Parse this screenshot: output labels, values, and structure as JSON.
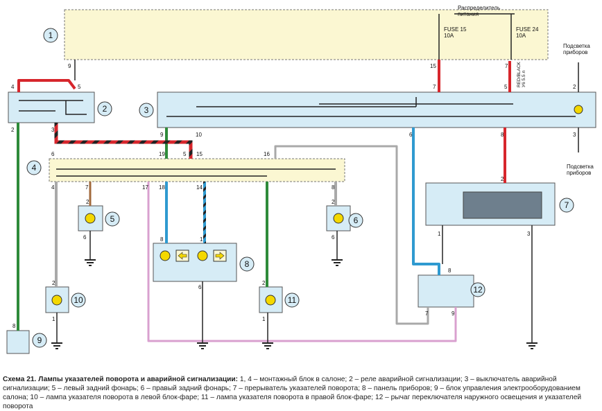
{
  "colors": {
    "block_fill": "#d6ecf6",
    "block_yellow": "#fbf7d2",
    "wire_red": "#d7262c",
    "wire_green": "#2e8b3a",
    "wire_blue": "#2f9ad0",
    "wire_gray": "#a9a9a9",
    "wire_pink": "#d9a0cf",
    "wire_black": "#222222",
    "lamp": "#f4d800",
    "motor": "#6e7f8d"
  },
  "labels": {
    "distributor": "Распределитель\nпитания",
    "fuse15": "FUSE 15\n10A",
    "fuse24": "FUSE 24\n10A",
    "backlight_top": "Подсветка\nприборов",
    "backlight_bottom": "Подсветка\nприборов",
    "vertical_note": "RED/BLACK\nУ6 5.5 л"
  },
  "components": {
    "c1": "1",
    "c2": "2",
    "c3": "3",
    "c4": "4",
    "c5": "5",
    "c6": "6",
    "c7": "7",
    "c8": "8",
    "c9": "9",
    "c10": "10",
    "c11": "11",
    "c12": "12"
  },
  "pins": {
    "p1_9": "9",
    "p1_15": "15",
    "p1_7": "7",
    "p2_4": "4",
    "p2_5": "5",
    "p2_2": "2",
    "p2_3": "3",
    "p3_7": "7",
    "p3_5": "5",
    "p3_2": "2",
    "p3_9": "9",
    "p3_10": "10",
    "p3_6": "6",
    "p3_8": "8",
    "p3_3": "3",
    "p4_6": "6",
    "p4_19": "19",
    "p4_5": "5",
    "p4_15": "15",
    "p4_16": "16",
    "p4_4": "4",
    "p4_7": "7",
    "p4_17": "17",
    "p4_18": "18",
    "p4_14": "14",
    "p4_8": "8",
    "p5_2": "2",
    "p5_6": "6",
    "p6_2": "2",
    "p6_6": "6",
    "p7_2": "2",
    "p7_1": "1",
    "p7_3": "3",
    "p8_8": "8",
    "p8_1": "1",
    "p8_6": "6",
    "p9_8": "8",
    "p10_2": "2",
    "p10_1": "1",
    "p11_2": "2",
    "p11_1": "1",
    "p12_8": "8",
    "p12_7": "7",
    "p12_9": "9"
  },
  "caption": {
    "title": "Схема 21. Лампы указателей поворота и аварийной сигнализации:",
    "text": " 1, 4 – монтажный блок в салоне; 2 – реле аварийной сигнализации; 3 – выключатель аварийной сигнализации; 5 – левый задний фонарь; 6 – правый задний фонарь; 7 – прерыватель указателей поворота; 8 – панель приборов; 9 – блок управления электрооборудованием салона; 10 – лампа указателя поворота в левой блок-фаре; 11 – лампа указателя поворота в правой блок-фаре; 12 – рычаг переключателя наружного освещения и указателей поворота"
  }
}
